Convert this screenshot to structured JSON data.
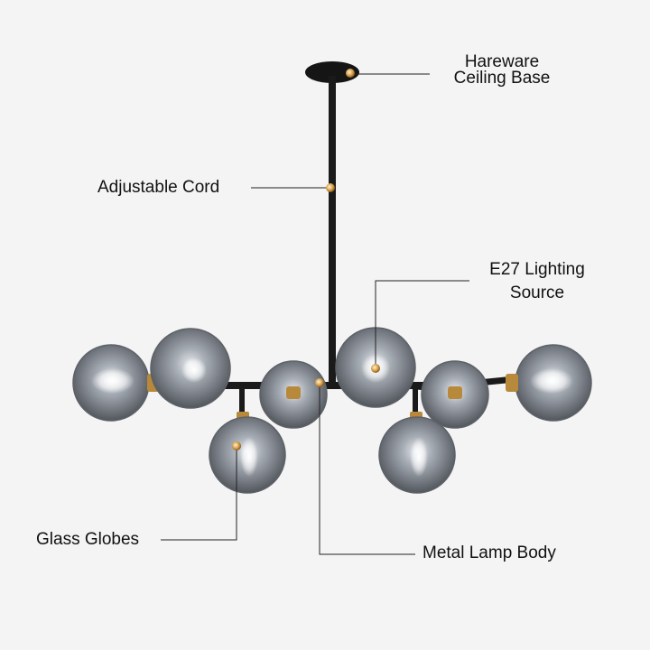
{
  "labels": {
    "ceiling_base_line1": "Hareware",
    "ceiling_base_line2": "Ceiling Base",
    "adjustable_cord": "Adjustable Cord",
    "lighting_source_line1": "E27 Lighting",
    "lighting_source_line2": "Source",
    "glass_globes": "Glass Globes",
    "metal_lamp_body": "Metal Lamp Body"
  },
  "colors": {
    "background": "#f4f4f4",
    "metal": "#1a1a1a",
    "brass": "#b8893a",
    "glass": "#8a8f97"
  }
}
